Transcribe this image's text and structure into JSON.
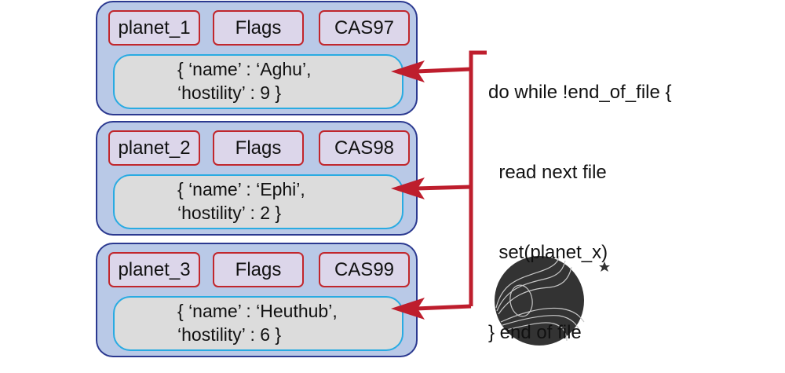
{
  "records": [
    {
      "id_label": "planet_1",
      "flags_label": "Flags",
      "cas_label": "CAS97",
      "payload_line1": "{ ‘name’ : ‘Aghu’,",
      "payload_line2": "‘hostility’ : 9 }"
    },
    {
      "id_label": "planet_2",
      "flags_label": "Flags",
      "cas_label": "CAS98",
      "payload_line1": "{ ‘name’ : ‘Ephi’,",
      "payload_line2": "‘hostility’ : 2 }"
    },
    {
      "id_label": "planet_3",
      "flags_label": "Flags",
      "cas_label": "CAS99",
      "payload_line1": "{ ‘name’ : ‘Heuthub’,",
      "payload_line2": "‘hostility’ : 6 }"
    }
  ],
  "code": {
    "line1": "do while !end_of_file {",
    "line2": "  read next file",
    "line3": "  set(planet_x)",
    "line4": "} end of file"
  },
  "colors": {
    "record_fill": "#b9c9e7",
    "record_border": "#2b3990",
    "field_fill": "#dcd6ea",
    "field_border": "#c1272d",
    "payload_fill": "#dcdcdc",
    "payload_border": "#29abe2",
    "arrow": "#be1e2d",
    "planet": "#333333"
  },
  "icons": {
    "planet": "planet-icon",
    "star": "star-icon"
  }
}
